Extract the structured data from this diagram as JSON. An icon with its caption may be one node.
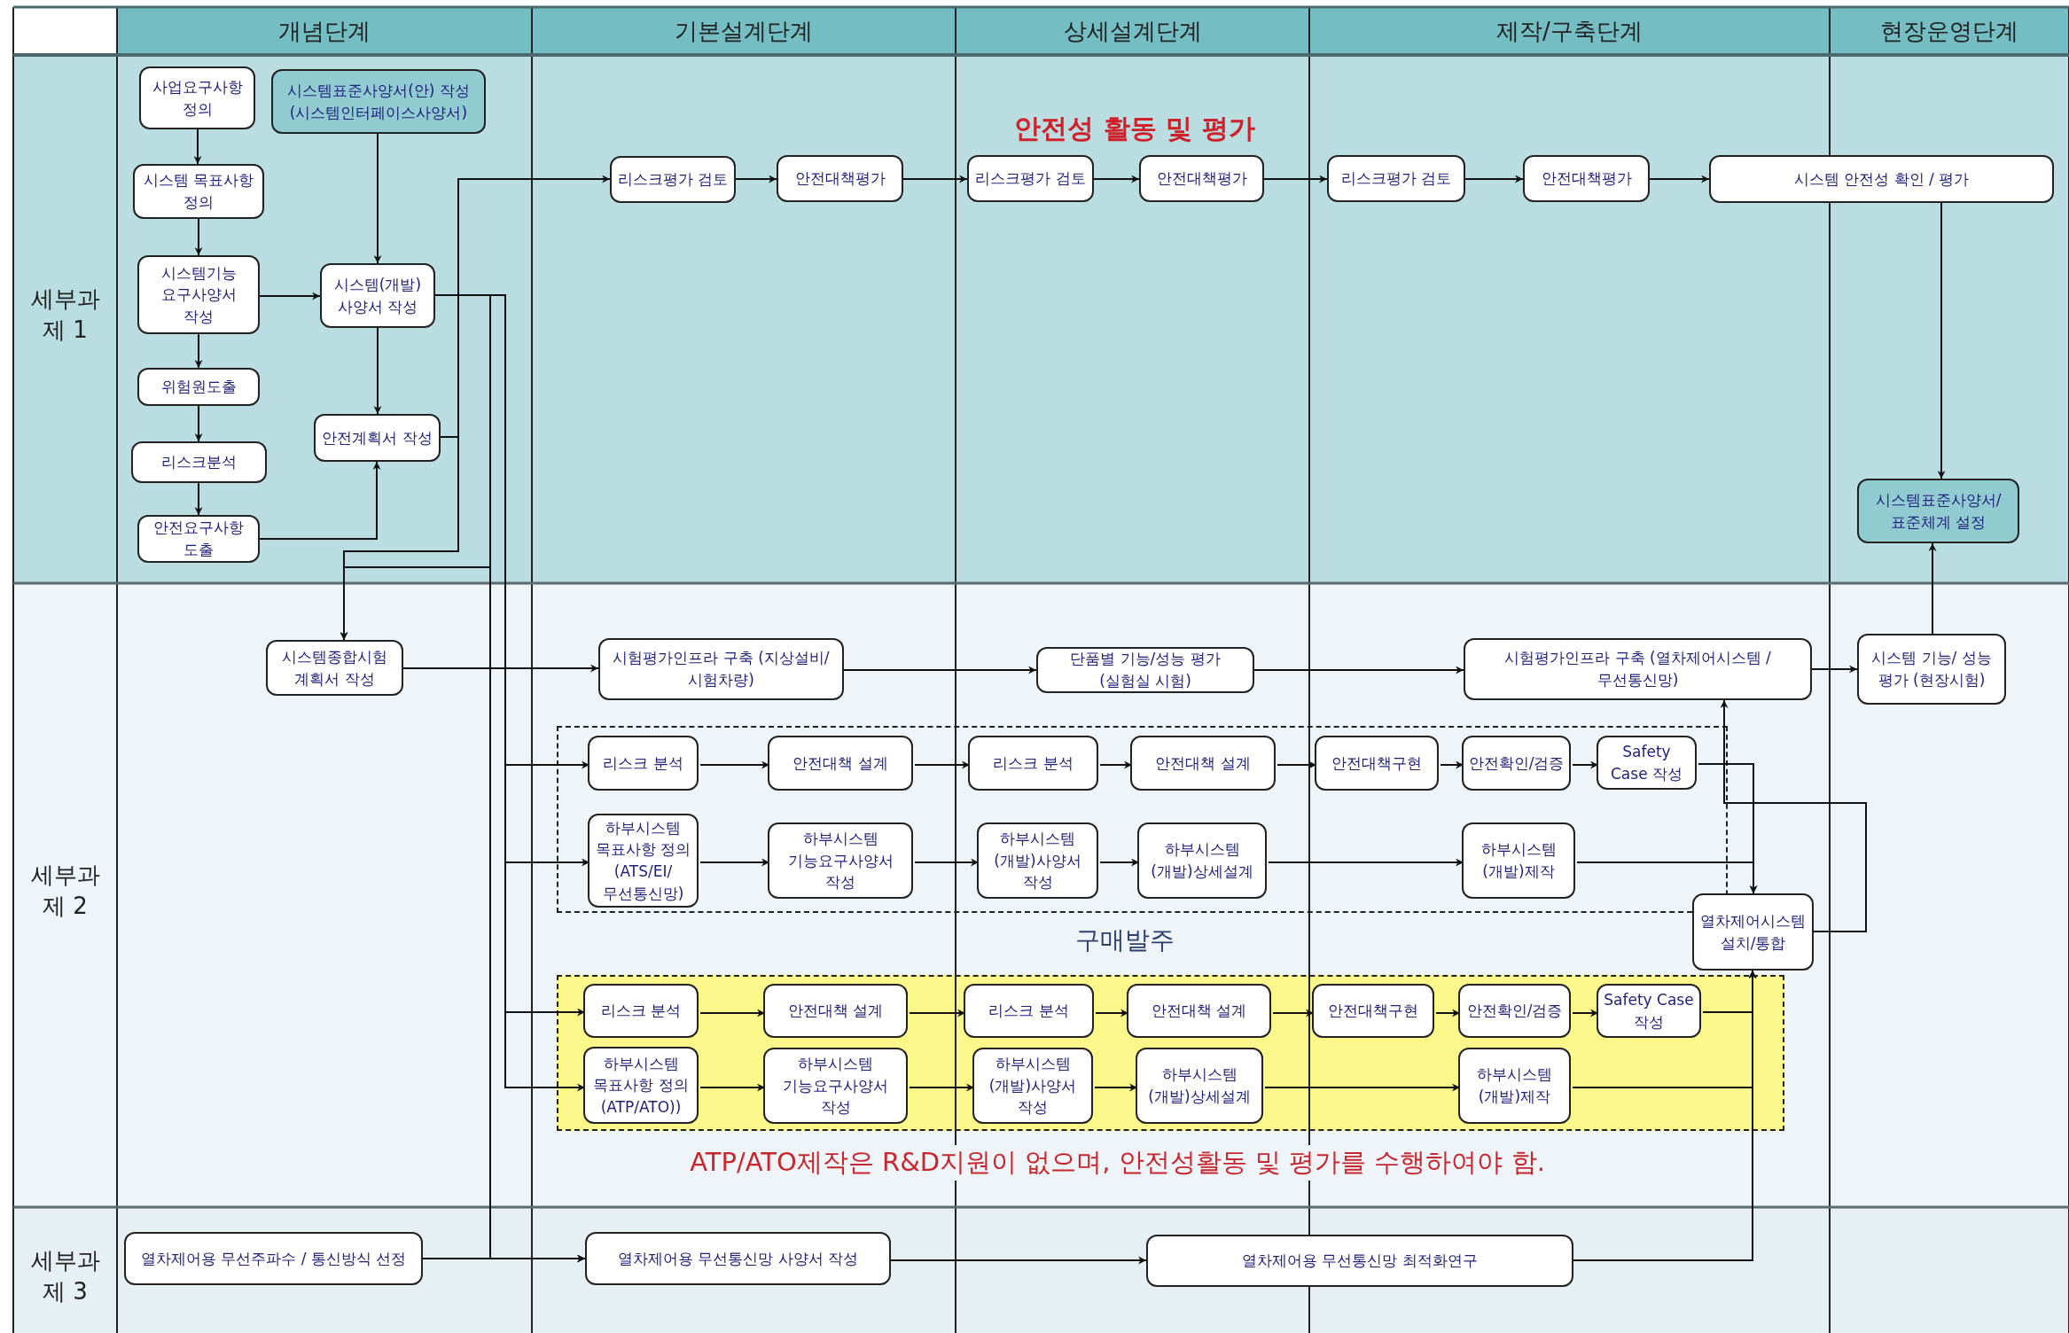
{
  "diagram": {
    "nodes": [
      {
        "text": [
          "사업요구사항 정의"
        ]
      },
      {
        "text": [
          "시스템표준사양서(안) 작성 (시스템인터페이스사양서)"
        ]
      },
      {
        "text": [
          "시스템 목표사항 정의"
        ]
      },
      {
        "text": [
          "시스템기능 요구사양서 작성"
        ]
      },
      {
        "text": [
          "시스템(개발) 사양서 작성"
        ]
      },
      {
        "text": [
          "위험원도출"
        ]
      },
      {
        "text": [
          "리스크분석"
        ]
      },
      {
        "text": [
          "안전계획서 작성"
        ]
      },
      {
        "text": [
          "안전요구사항 도출"
        ]
      },
      {
        "text": [
          "리스크평가 검토"
        ]
      },
      {
        "text": [
          "안전대책평가"
        ]
      },
      {
        "text": [
          "리스크평가 검토"
        ]
      },
      {
        "text": [
          "안전대책평가"
        ]
      },
      {
        "text": [
          "리스크평가 검토"
        ]
      },
      {
        "text": [
          "안전대책평가"
        ]
      },
      {
        "text": [
          "시스템 안전성 확인 / 평가"
        ]
      },
      {
        "text": [
          "시스템표준사양서/ 표준체계 설정"
        ]
      },
      {
        "text": [
          "시스템종합시험 계획서 작성"
        ]
      },
      {
        "text": [
          "시험평가인프라 구축 (지상설비/시험차량)"
        ]
      },
      {
        "text": [
          "단품별 기능/성능 평가 (실험실 시험)"
        ]
      },
      {
        "text": [
          "시험평가인프라 구축 (열차제어시스템 / 무선통신망)"
        ]
      },
      {
        "text": [
          "시스템 기능/ 성능 평가 (현장시험)"
        ]
      },
      {
        "text": [
          "구매발주"
        ]
      },
      {
        "text": [
          "리스크 분석"
        ],
        "in": 22
      },
      {
        "text": [
          "안전대책 설계"
        ],
        "in": 22
      },
      {
        "text": [
          "리스크 분석"
        ],
        "in": 22
      },
      {
        "text": [
          "안전대책 설계"
        ],
        "in": 22
      },
      {
        "text": [
          "안전대책구현"
        ],
        "in": 22
      },
      {
        "text": [
          "안전확인/검증"
        ],
        "in": 22
      },
      {
        "text": [
          "Safety Case 작성"
        ],
        "in": 22
      },
      {
        "text": [
          "하부시스템 목표사항 정의 (ATS/EI/ 무선통신망)"
        ],
        "in": 22
      },
      {
        "text": [
          "하부시스템 기능요구사양서 작성"
        ],
        "in": 22
      },
      {
        "text": [
          "하부시스템 (개발)사양서 작성"
        ],
        "in": 22
      },
      {
        "text": [
          "하부시스템 (개발)상세설계"
        ],
        "in": 22
      },
      {
        "text": [
          "하부시스템 (개발)제작"
        ],
        "in": 22
      },
      {
        "text": [
          "열차제어시스템 설치/통합"
        ]
      },
      {
        "text": [
          "ATP/ATO제작은 R&D지원이 없으며, 안전성활동 및 평가를 수행하여야 함."
        ]
      },
      {
        "text": [
          "리스크 분석"
        ],
        "in": 36
      },
      {
        "text": [
          "안전대책 설계"
        ],
        "in": 36
      },
      {
        "text": [
          "리스크 분석"
        ],
        "in": 36
      },
      {
        "text": [
          "안전대책 설계"
        ],
        "in": 36
      },
      {
        "text": [
          "안전대책구현"
        ],
        "in": 36
      },
      {
        "text": [
          "안전확인/검증"
        ],
        "in": 36
      },
      {
        "text": [
          "Safety Case 작성"
        ],
        "in": 36
      },
      {
        "text": [
          "하부시스템 목표사항 정의 (ATP/ATO))"
        ],
        "in": 36
      },
      {
        "text": [
          "하부시스템 기능요구사양서 작성"
        ],
        "in": 36
      },
      {
        "text": [
          "하부시스템 (개발)사양서 작성"
        ],
        "in": 36
      },
      {
        "text": [
          "하부시스템 (개발)상세설계"
        ],
        "in": 36
      },
      {
        "text": [
          "하부시스템 (개발)제작"
        ],
        "in": 36
      },
      {
        "text": [
          "열차제어용 무선주파수 / 통신방식 선정"
        ]
      },
      {
        "text": [
          "열차제어용 무선통신망 사양서 작성"
        ]
      },
      {
        "text": [
          "열차제어용 무선통신망 최적화연구"
        ]
      }
    ],
    "edges": [
      {
        "from": 0,
        "to": 2,
        "arrow": "to"
      },
      {
        "from": 2,
        "to": 3,
        "arrow": "to"
      },
      {
        "from": 3,
        "to": 5,
        "arrow": "to"
      },
      {
        "from": 5,
        "to": 6,
        "arrow": "to"
      },
      {
        "from": 6,
        "to": 8,
        "arrow": "to"
      },
      {
        "from": 1,
        "to": 4,
        "arrow": "to"
      },
      {
        "from": 3,
        "to": 4,
        "arrow": "to"
      },
      {
        "from": 4,
        "to": 7,
        "arrow": "to"
      },
      {
        "from": 8,
        "to": 7,
        "arrow": "to"
      },
      {
        "from": 7,
        "to": 9,
        "arrow": "to"
      },
      {
        "from": 4,
        "to": 17,
        "arrow": "to"
      },
      {
        "from": 7,
        "to": 17,
        "arrow": "to"
      },
      {
        "from": 4,
        "to": 23,
        "arrow": "to"
      },
      {
        "from": 4,
        "to": 30,
        "arrow": "to"
      },
      {
        "from": 4,
        "to": 37,
        "arrow": "to"
      },
      {
        "from": 4,
        "to": 44,
        "arrow": "to"
      },
      {
        "from": 4,
        "to": 50,
        "arrow": "to"
      },
      {
        "from": 49,
        "to": 50,
        "arrow": "to"
      },
      {
        "from": 9,
        "to": 10,
        "arrow": "to"
      },
      {
        "from": 10,
        "to": 11,
        "arrow": "to"
      },
      {
        "from": 11,
        "to": 12,
        "arrow": "to"
      },
      {
        "from": 12,
        "to": 13,
        "arrow": "to"
      },
      {
        "from": 13,
        "to": 14,
        "arrow": "to"
      },
      {
        "from": 14,
        "to": 15,
        "arrow": "to"
      },
      {
        "from": 15,
        "to": 16,
        "arrow": "to"
      },
      {
        "from": 17,
        "to": 18,
        "arrow": "to"
      },
      {
        "from": 18,
        "to": 19,
        "arrow": "to"
      },
      {
        "from": 19,
        "to": 20,
        "arrow": "to"
      },
      {
        "from": 20,
        "to": 21,
        "arrow": "to"
      },
      {
        "from": 21,
        "to": 16,
        "arrow": "to"
      },
      {
        "from": 23,
        "to": 24,
        "arrow": "to"
      },
      {
        "from": 24,
        "to": 25,
        "arrow": "to"
      },
      {
        "from": 25,
        "to": 26,
        "arrow": "to"
      },
      {
        "from": 26,
        "to": 27,
        "arrow": "to"
      },
      {
        "from": 27,
        "to": 28,
        "arrow": "to"
      },
      {
        "from": 28,
        "to": 29,
        "arrow": "to"
      },
      {
        "from": 29,
        "to": 35,
        "arrow": "to"
      },
      {
        "from": 30,
        "to": 31,
        "arrow": "to"
      },
      {
        "from": 31,
        "to": 32,
        "arrow": "to"
      },
      {
        "from": 32,
        "to": 33,
        "arrow": "to"
      },
      {
        "from": 33,
        "to": 34,
        "arrow": "to"
      },
      {
        "from": 34,
        "to": 35,
        "arrow": "to"
      },
      {
        "from": 35,
        "to": 20,
        "arrow": "to"
      },
      {
        "from": 37,
        "to": 38,
        "arrow": "to"
      },
      {
        "from": 38,
        "to": 39,
        "arrow": "to"
      },
      {
        "from": 39,
        "to": 40,
        "arrow": "to"
      },
      {
        "from": 40,
        "to": 41,
        "arrow": "to"
      },
      {
        "from": 41,
        "to": 42,
        "arrow": "to"
      },
      {
        "from": 42,
        "to": 43,
        "arrow": "to"
      },
      {
        "from": 43,
        "to": 35,
        "arrow": "to"
      },
      {
        "from": 44,
        "to": 45,
        "arrow": "to"
      },
      {
        "from": 45,
        "to": 46,
        "arrow": "to"
      },
      {
        "from": 46,
        "to": 47,
        "arrow": "to"
      },
      {
        "from": 47,
        "to": 48,
        "arrow": "to"
      },
      {
        "from": 48,
        "to": 35,
        "arrow": "to"
      },
      {
        "from": 50,
        "to": 51,
        "arrow": "to"
      },
      {
        "from": 51,
        "to": 35,
        "arrow": "to"
      }
    ],
    "labels": [
      "개념단계",
      "기본설계단계",
      "상세설계단계",
      "제작/구축단계",
      "현장운영단계",
      "세부과제 1",
      "세부과제 2",
      "세부과제 3",
      "안전성 활동 및 평가"
    ]
  }
}
